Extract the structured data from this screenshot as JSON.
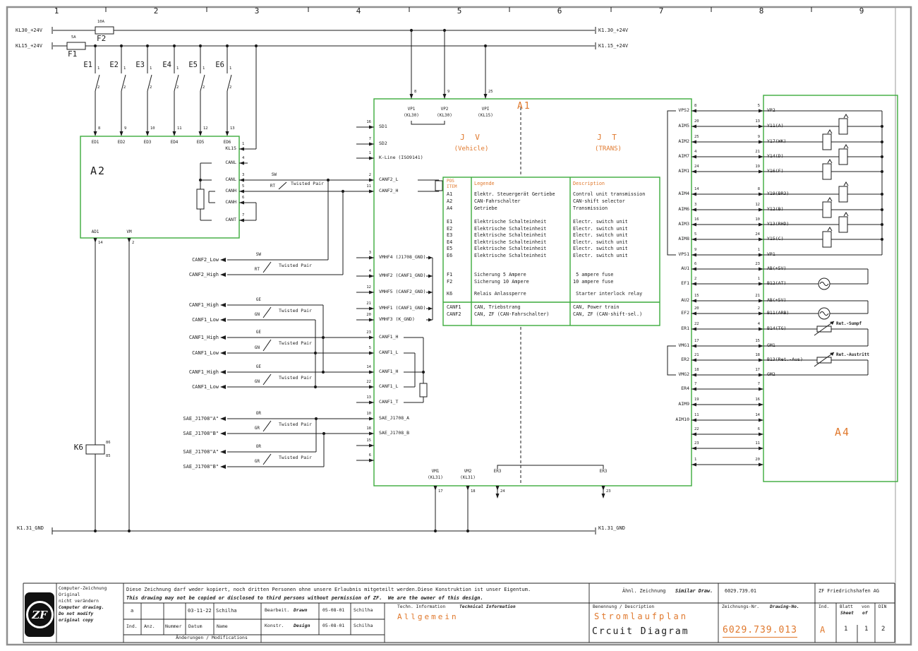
{
  "drawing": {
    "grid_columns": [
      "1",
      "2",
      "3",
      "4",
      "5",
      "6",
      "7",
      "8",
      "9"
    ],
    "rails": {
      "kl30_left": "KL30_+24V",
      "kl15_left": "KL15_+24V",
      "kl30_right": "K1.30_+24V",
      "kl15_right": "K1.15_+24V",
      "gnd_left": "K1.31_GND",
      "gnd_right": "K1.31_GND"
    },
    "fuses": {
      "f1": {
        "label": "F1",
        "rating": "5A"
      },
      "f2": {
        "label": "F2",
        "rating": "10A"
      }
    },
    "switches": [
      {
        "name": "E1",
        "pin_top": "1",
        "pin_bottom": "2"
      },
      {
        "name": "E2",
        "pin_top": "1",
        "pin_bottom": "2"
      },
      {
        "name": "E3",
        "pin_top": "1",
        "pin_bottom": "2"
      },
      {
        "name": "E4",
        "pin_top": "1",
        "pin_bottom": "2"
      },
      {
        "name": "E5",
        "pin_top": "1",
        "pin_bottom": "2"
      },
      {
        "name": "E6",
        "pin_top": "1",
        "pin_bottom": "2"
      }
    ],
    "a2": {
      "label": "A2",
      "top_pins": [
        {
          "num": "8",
          "label": "ED1"
        },
        {
          "num": "9",
          "label": "ED2"
        },
        {
          "num": "10",
          "label": "ED3"
        },
        {
          "num": "11",
          "label": "ED4"
        },
        {
          "num": "12",
          "label": "ED5"
        },
        {
          "num": "13",
          "label": "ED6"
        }
      ],
      "right_pins": [
        {
          "num": "1",
          "label": "KL15"
        },
        {
          "num": "4",
          "label": "CANL"
        },
        {
          "num": "3",
          "label": "CANL"
        },
        {
          "num": "5",
          "label": "CANH"
        },
        {
          "num": "6",
          "label": "CANH"
        },
        {
          "num": "7",
          "label": "CANT"
        }
      ],
      "bottom_pins": [
        {
          "num": "14",
          "label": "AD1"
        },
        {
          "num": "2",
          "label": "VM"
        }
      ]
    },
    "k6": {
      "label": "K6",
      "pin_top": "86",
      "pin_bottom": "85"
    },
    "signal_labels": [
      "CANF2_Low",
      "CANF2_High",
      "CANF1_High",
      "CANF1_Low",
      "CANF1_High",
      "CANF1_Low",
      "CANF1_High",
      "CANF1_Low",
      "SAE_J1708\"A\"",
      "SAE_J1708\"B\"",
      "SAE_J1708\"A\"",
      "SAE_J1708\"B\""
    ],
    "twisted_pairs": [
      {
        "top": "SW",
        "bottom": "RT"
      },
      {
        "top": "SW",
        "bottom": "RT"
      },
      {
        "top": "GE",
        "bottom": "GN"
      },
      {
        "top": "GE",
        "bottom": "GN"
      },
      {
        "top": "GE",
        "bottom": "GN"
      },
      {
        "top": "OR",
        "bottom": "GR"
      },
      {
        "top": "OR",
        "bottom": "GR"
      }
    ],
    "twisted_pair_text": "Twisted Pair",
    "a1": {
      "label": "A1",
      "section_left": {
        "title": "J V",
        "subtitle": "(Vehicle)"
      },
      "section_right": {
        "title": "J T",
        "subtitle": "(TRANS)"
      },
      "top_pins": [
        {
          "num": "8",
          "label": "VP1",
          "sub": "(KL30)"
        },
        {
          "num": "9",
          "label": "VP2",
          "sub": "(KL30)"
        },
        {
          "num": "25",
          "label": "VPI",
          "sub": "(KL15)"
        }
      ],
      "bottom_pins": [
        {
          "num": "17",
          "label": "VM1",
          "sub": "(KL31)"
        },
        {
          "num": "18",
          "label": "VM2",
          "sub": "(KL31)"
        },
        {
          "num": "24",
          "label": "ER3",
          "sub": ""
        },
        {
          "num": "23",
          "label": "ER3",
          "sub": ""
        }
      ],
      "left_pins": [
        {
          "num": "16",
          "label": "SD1"
        },
        {
          "num": "7",
          "label": "SD2"
        },
        {
          "num": "1",
          "label": "K-Line (ISO9141)"
        },
        {
          "num": "2",
          "label": "CANF2_L"
        },
        {
          "num": "11",
          "label": "CANF2_H"
        },
        {
          "num": "3",
          "label": "VMHF4 (J1708_GND)"
        },
        {
          "num": "4",
          "label": "VMHF2 (CANF1_GND)"
        },
        {
          "num": "12",
          "label": "VMHF5 (CANF2_GND)"
        },
        {
          "num": "21",
          "label": "VMHF1 (CANF1_GND)"
        },
        {
          "num": "20",
          "label": "VMHF3 (K_GND)"
        },
        {
          "num": "23",
          "label": "CANF1_H"
        },
        {
          "num": "5",
          "label": "CANF1_L"
        },
        {
          "num": "14",
          "label": "CANF1_H"
        },
        {
          "num": "22",
          "label": "CANF1_L"
        },
        {
          "num": "13",
          "label": "CANF1_T"
        },
        {
          "num": "10",
          "label": "SAE_J1708_A"
        },
        {
          "num": "18",
          "label": "SAE_J1708_B"
        },
        {
          "num": "15",
          "label": ""
        },
        {
          "num": "6",
          "label": ""
        }
      ]
    },
    "interconnects": [
      {
        "a1": "VPS2",
        "a1pin": "8",
        "a4pin": "5",
        "a4": "VP2"
      },
      {
        "a1": "AIM5",
        "a1pin": "20",
        "a4pin": "13",
        "a4": "Y11(A)"
      },
      {
        "a1": "AIM2",
        "a1pin": "25",
        "a4pin": "9",
        "a4": "Y17(WK)"
      },
      {
        "a1": "AIM7",
        "a1pin": "4",
        "a4pin": "21",
        "a4": "Y14(D)"
      },
      {
        "a1": "AIM1",
        "a1pin": "24",
        "a4pin": "19",
        "a4": "Y16(F)"
      },
      {
        "a1": "AIM4",
        "a1pin": "14",
        "a4pin": "8",
        "a4": "Y19(BR3)"
      },
      {
        "a1": "AIM6",
        "a1pin": "3",
        "a4pin": "12",
        "a4": "Y12(B)"
      },
      {
        "a1": "AIM3",
        "a1pin": "16",
        "a4pin": "10",
        "a4": "Y13(RHD)"
      },
      {
        "a1": "AIM8",
        "a1pin": "5",
        "a4pin": "24",
        "a4": "Y15(C)"
      },
      {
        "a1": "VPS1",
        "a1pin": "9",
        "a4pin": "1",
        "a4": "VP1"
      },
      {
        "a1": "AU1",
        "a1pin": "6",
        "a4pin": "23",
        "a4": "AB(+5V)"
      },
      {
        "a1": "EF1",
        "a1pin": "2",
        "a4pin": "1",
        "a4": "B12(AT)"
      },
      {
        "a1": "AU2",
        "a1pin": "15",
        "a4pin": "21",
        "a4": "AB(+5V)"
      },
      {
        "a1": "EF2",
        "a1pin": "20",
        "a4pin": "2",
        "a4": "B11(ARB)"
      },
      {
        "a1": "ER1",
        "a1pin": "22",
        "a4pin": "4",
        "a4": "B14(TG)"
      },
      {
        "a1": "VMG1",
        "a1pin": "17",
        "a4pin": "15",
        "a4": "GM1"
      },
      {
        "a1": "ER2",
        "a1pin": "21",
        "a4pin": "18",
        "a4": "B13(Ret.-Aus)"
      },
      {
        "a1": "VMG2",
        "a1pin": "18",
        "a4pin": "17",
        "a4": "GM2"
      },
      {
        "a1": "ER4",
        "a1pin": "7",
        "a4pin": "7",
        "a4": ""
      },
      {
        "a1": "AIM9",
        "a1pin": "19",
        "a4pin": "16",
        "a4": ""
      },
      {
        "a1": "AIM10",
        "a1pin": "11",
        "a4pin": "14",
        "a4": ""
      },
      {
        "a1": "",
        "a1pin": "22",
        "a4pin": "6",
        "a4": ""
      },
      {
        "a1": "",
        "a1pin": "23",
        "a4pin": "11",
        "a4": ""
      },
      {
        "a1": "",
        "a1pin": "1",
        "a4pin": "20",
        "a4": ""
      }
    ],
    "a4": {
      "label": "A4",
      "annotations": [
        "Ret.-Sumpf",
        "Ret.-Austritt"
      ]
    },
    "legend": {
      "headers": {
        "pos": "POS",
        "item": "ITEM",
        "legende": "Legende",
        "description": "Description"
      },
      "rows": [
        {
          "item": "A1",
          "de": "Elektr. Steuergerät Gertiebe",
          "en": "Control unit transmission"
        },
        {
          "item": "A2",
          "de": "CAN-Fahrschalter",
          "en": "CAN-shift selector"
        },
        {
          "item": "A4",
          "de": "Getriebe",
          "en": "Transmission"
        },
        {
          "item": "E1",
          "de": "Elektrische Schalteinheit",
          "en": "Electr. switch unit"
        },
        {
          "item": "E2",
          "de": "Elektrische Schalteinheit",
          "en": "Electr. switch unit"
        },
        {
          "item": "E3",
          "de": "Elektrische Schalteinheit",
          "en": "Electr. switch unit"
        },
        {
          "item": "E4",
          "de": "Elektrische Schalteinheit",
          "en": "Electr. switch unit"
        },
        {
          "item": "E5",
          "de": "Elektrische Schalteinheit",
          "en": "Electr. switch unit"
        },
        {
          "item": "E6",
          "de": "Elektrische Schalteinheit",
          "en": "Electr. switch unit"
        },
        {
          "item": "F1",
          "de": "Sicherung 5 Ampere",
          "en": " 5 ampere fuse"
        },
        {
          "item": "F2",
          "de": "Sicherung 10 Ampere",
          "en": "10 ampere fuse"
        },
        {
          "item": "K6",
          "de": "Relais Anlassperre",
          "en": " Starter interlock relay"
        },
        {
          "item": "CANF1",
          "de": "CAN, Triebstrang",
          "en": "CAN, Power train"
        },
        {
          "item": "CANF2",
          "de": "CAN, ZF (CAN-Fahrschalter)",
          "en": "CAN, ZF (CAN-shift-sel.)"
        }
      ]
    }
  },
  "title_block": {
    "logo_text": "ZF",
    "left_note": [
      "Computer-Zeichnung",
      "Original",
      "nicht verändern",
      "Computer drawing.",
      "Do not modify",
      "original copy"
    ],
    "disclaimer_de": "Diese Zeichnung darf weder kopiert, noch dritten Personen ohne unsere Erlaubnis mitgeteilt werden.Diese Konstruktion ist unser Eigentum.",
    "disclaimer_en": "This drawing may not be copied or disclosed to third persons without permission of ZF.  We are the owner of this design.",
    "revision": {
      "ind": "a",
      "date": "03-11-22",
      "name": "Schilha",
      "h_ind": "Ind.",
      "h_anz": "Anz.",
      "h_nummer": "Nummer",
      "h_datum": "Datum",
      "h_name": "Name",
      "footer": "Änderungen / Modifications"
    },
    "drawn": {
      "label": "Bearbeit.",
      "label_en": "Drawn",
      "date": "05-08-01",
      "name": "Schilha"
    },
    "design": {
      "label": "Konstr.",
      "label_en": "Design",
      "date": "05-08-01",
      "name": "Schilha"
    },
    "tech_info": {
      "label": "Techn. Information",
      "label_en": "Technical Information",
      "value": "Allgemein"
    },
    "similar": {
      "label": "Ähnl. Zeichnung",
      "label_en": "Similar Draw.",
      "value": "6029.739.01"
    },
    "company": "ZF Friedrichshafen AG",
    "description": {
      "label": "Benennung / Description",
      "line1": "Stromlaufplan",
      "line2": "Crcuit Diagram"
    },
    "drawing_no": {
      "label": "Zeichnungs-Nr.",
      "label_en": "Drawing-No.",
      "value": "6029.739.013",
      "ind": "A"
    },
    "sheet": {
      "h_ind": "Ind.",
      "blatt": "Blatt",
      "von": "von",
      "sheet": "Sheet",
      "of": "of",
      "din": "DIN",
      "sheet_no": "1",
      "of_no": "1",
      "din_val": "2"
    }
  }
}
